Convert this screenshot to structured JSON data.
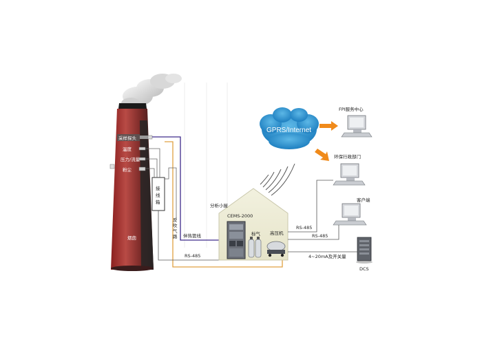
{
  "stack": {
    "label": "烟囱",
    "probe_labels": [
      "采样探头",
      "温度",
      "压力/流量",
      "粉尘"
    ],
    "junction_box": "接线箱"
  },
  "lines": {
    "heat_trace": "伴热管线",
    "backblow": "反吹气路",
    "rs485_left": "RS-485",
    "rs485_top": "RS-485",
    "rs485_mid": "RS-485",
    "analog": "4~20mA及开关量"
  },
  "shelter": {
    "title": "分析小屋",
    "cabinet": "CEMS-2000",
    "gas": "标气",
    "compressor": "高压机"
  },
  "network": {
    "cloud": "GPRS/Internet",
    "fpi": "FPI服务中心",
    "epa": "环保行政部门",
    "client": "客户端",
    "dcs": "DCS"
  }
}
